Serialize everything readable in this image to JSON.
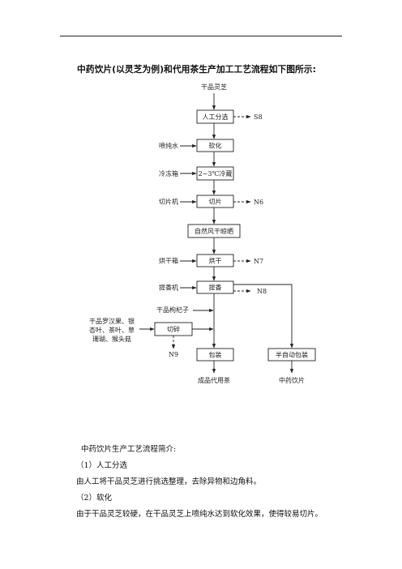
{
  "heading": "中药饮片(以灵芝为例)和代用茶生产加工工艺流程如下图所示:",
  "flowchart": {
    "input_top": "干品灵芝",
    "steps": {
      "sort": "人工分选",
      "soften": "软化",
      "chill": "2~3℃冷藏",
      "slice": "切片",
      "airdry": "自然风干晾晒",
      "bake": "烘干",
      "aroma": "提香",
      "crush": "切碎",
      "pack": "包装",
      "semi_pack": "半自动包装"
    },
    "equipment": {
      "spray": "喷纯水",
      "freezer": "冷冻箱",
      "slicer": "切片机",
      "oven": "烘干箱",
      "aroma_machine": "提香机"
    },
    "wastes": {
      "s8": "S8",
      "n6": "N6",
      "n7": "N7",
      "n8": "N8",
      "n9": "N9"
    },
    "goji_input": "干品枸杞子",
    "herbs_input": [
      "干品罗汉果、银",
      "杏叶、茶叶、草",
      "珊瑚、猴头菇"
    ],
    "outputs": {
      "tea": "成品代用茶",
      "herbal": "中药饮片"
    }
  },
  "body": {
    "title": "中药饮片生产工艺流程简介:",
    "item1_heading": "（1）人工分选",
    "item1_text": "由人工将干品灵芝进行挑选整理，去除异物和边角料。",
    "item2_heading": "（2）软化",
    "item2_text": "由于干品灵芝较硬，在干品灵芝上喷纯水达到软化效果，使得较易切片。"
  }
}
